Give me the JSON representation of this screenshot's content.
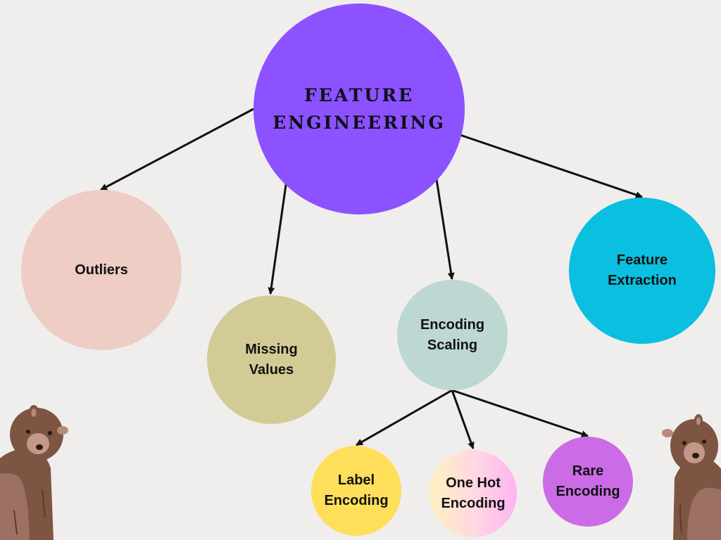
{
  "root": {
    "lines": [
      "FEATURE",
      "ENGINEERING"
    ],
    "color": "#8c52ff"
  },
  "nodes": {
    "outliers": {
      "lines": [
        "Outliers"
      ],
      "color": "#edcdc4"
    },
    "missing_values": {
      "lines": [
        "Missing",
        "Values"
      ],
      "color": "#d2cb96"
    },
    "encoding_scaling": {
      "lines": [
        "Encoding",
        "Scaling"
      ],
      "color": "#bdd7d2"
    },
    "feature_extraction": {
      "lines": [
        "Feature",
        "Extraction"
      ],
      "color": "#0bbfe1"
    },
    "label_encoding": {
      "lines": [
        "Label",
        "Encoding"
      ],
      "color": "#ffde59"
    },
    "one_hot_encoding": {
      "lines": [
        "One Hot",
        "Encoding"
      ],
      "color": "#ffd6e3"
    },
    "rare_encoding": {
      "lines": [
        "Rare",
        "Encoding"
      ],
      "color": "#cb6ce6"
    }
  },
  "edges": [
    {
      "from": "root",
      "to": "outliers"
    },
    {
      "from": "root",
      "to": "missing_values"
    },
    {
      "from": "root",
      "to": "encoding_scaling"
    },
    {
      "from": "root",
      "to": "feature_extraction"
    },
    {
      "from": "encoding_scaling",
      "to": "label_encoding"
    },
    {
      "from": "encoding_scaling",
      "to": "one_hot_encoding"
    },
    {
      "from": "encoding_scaling",
      "to": "rare_encoding"
    }
  ],
  "decorations": {
    "left": "bear-illustration",
    "right": "bear-illustration"
  }
}
